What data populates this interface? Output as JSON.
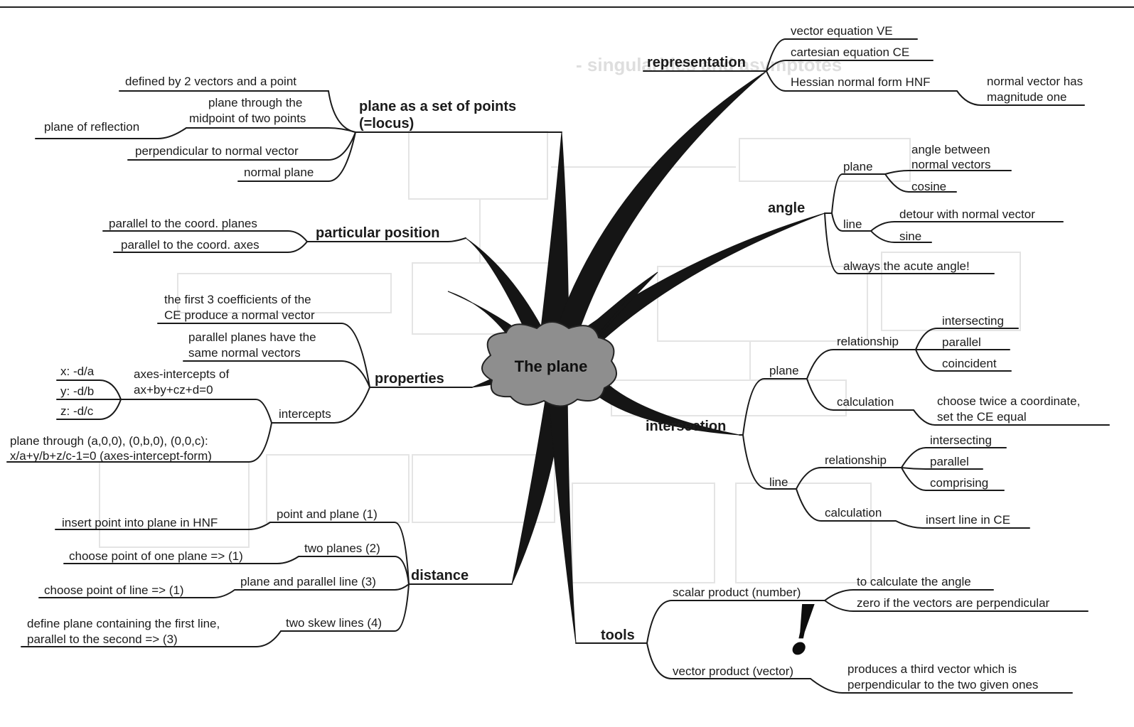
{
  "center": "The plane",
  "branches": {
    "representation": {
      "title": "representation",
      "items": [
        "vector equation VE",
        "cartesian equation CE",
        "Hessian normal form HNF"
      ],
      "hnf_note": [
        "normal vector has",
        "magnitude one"
      ]
    },
    "locus": {
      "title": [
        "plane as a set of points",
        "(=locus)"
      ],
      "items": [
        "defined by 2 vectors and a point",
        "plane through the",
        "midpoint of two points",
        "plane of reflection",
        "perpendicular to normal vector",
        "normal plane"
      ]
    },
    "particular_position": {
      "title": "particular position",
      "items": [
        "parallel to the coord. planes",
        "parallel to the coord. axes"
      ]
    },
    "properties": {
      "title": "properties",
      "items": [
        "the first 3 coefficients of the",
        "CE produce a normal vector",
        "parallel planes have the",
        "same normal vectors"
      ],
      "intercepts": {
        "title": "intercepts",
        "axes_label": [
          "axes-intercepts of",
          "ax+by+cz+d=0"
        ],
        "values": [
          "x: -d/a",
          "y: -d/b",
          "z: -d/c"
        ],
        "form": [
          "plane through (a,0,0), (0,b,0), (0,0,c):",
          "x/a+y/b+z/c-1=0 (axes-intercept-form)"
        ]
      }
    },
    "distance": {
      "title": "distance",
      "items": [
        {
          "label": "point and plane (1)",
          "detail": [
            "insert point into plane in HNF"
          ]
        },
        {
          "label": "two planes (2)",
          "detail": [
            "choose point of one plane => (1)"
          ]
        },
        {
          "label": "plane and parallel line (3)",
          "detail": [
            "choose point of line => (1)"
          ]
        },
        {
          "label": "two skew lines (4)",
          "detail": [
            "define plane containing the first line,",
            "parallel to the second => (3)"
          ]
        }
      ]
    },
    "angle": {
      "title": "angle",
      "plane": {
        "label": "plane",
        "items": [
          "angle between",
          "normal vectors",
          "cosine"
        ]
      },
      "line": {
        "label": "line",
        "items": [
          "detour with normal vector",
          "sine"
        ]
      },
      "note": "always the acute angle!"
    },
    "intersection": {
      "title": "intersection",
      "plane": {
        "label": "plane",
        "relationship": {
          "label": "relationship",
          "items": [
            "intersecting",
            "parallel",
            "coincident"
          ]
        },
        "calculation": {
          "label": "calculation",
          "detail": [
            "choose twice a coordinate,",
            "set the CE equal"
          ]
        }
      },
      "line": {
        "label": "line",
        "relationship": {
          "label": "relationship",
          "items": [
            "intersecting",
            "parallel",
            "comprising"
          ]
        },
        "calculation": {
          "label": "calculation",
          "detail": "insert line in CE"
        }
      }
    },
    "tools": {
      "title": "tools",
      "scalar": {
        "label": "scalar product (number)",
        "items": [
          "to calculate the angle",
          "zero if  the vectors are perpendicular"
        ]
      },
      "vector": {
        "label": "vector product (vector)",
        "detail": [
          "produces a third vector which is",
          "perpendicular to the two given ones"
        ]
      },
      "mark": "!"
    }
  },
  "colors": {
    "ink": "#1a1a1a",
    "cloud": "#8e8e8e",
    "faint": "#e2e2e2",
    "paper": "#ffffff"
  }
}
